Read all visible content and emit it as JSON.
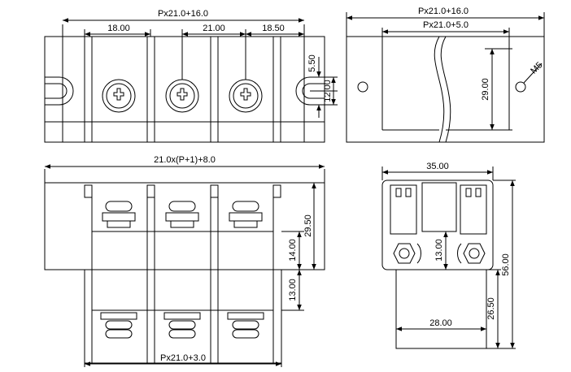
{
  "top_left": {
    "overall": "Px21.0+16.0",
    "pitch_1": "18.00",
    "pitch_2": "21.00",
    "pitch_3": "18.50",
    "slot_height": "5.50",
    "ear_height": "12.00"
  },
  "top_right": {
    "overall": "Px21.0+16.0",
    "inner": "Px21.0+5.0",
    "height": "29.00",
    "hole": "M5"
  },
  "bottom_left": {
    "overall": "21.0x(P+1)+8.0",
    "height_total": "29.50",
    "upper_part": "14.00",
    "lower_part": "13.00",
    "base_width": "Px21.0+3.0"
  },
  "bottom_right": {
    "width": "35.00",
    "mid_height": "13.00",
    "total_height": "56.00",
    "lower_height": "26.50",
    "base_width": "28.00"
  }
}
